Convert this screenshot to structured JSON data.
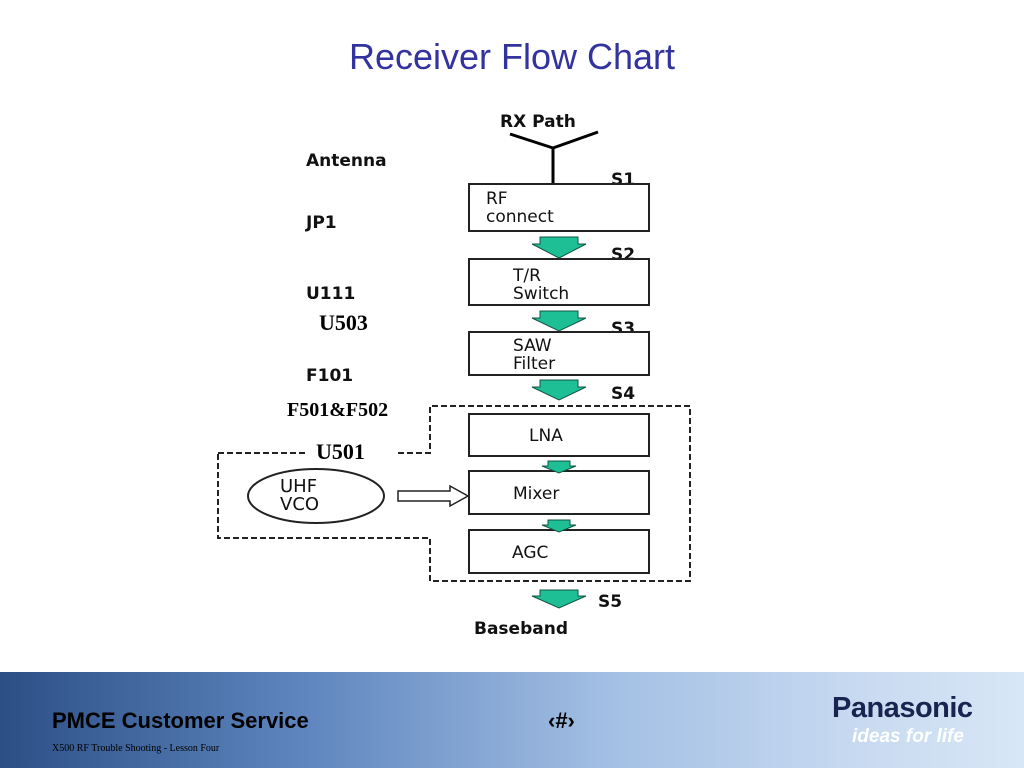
{
  "slide": {
    "title": "Receiver Flow Chart"
  },
  "diagram": {
    "path_label": "RX Path",
    "left_labels": {
      "antenna": "Antenna",
      "jp1": "JP1",
      "u111": "U111",
      "u503": "U503",
      "f101": "F101",
      "f501": "F501&F502",
      "u501": "U501"
    },
    "stages": {
      "s1": "S1",
      "s2": "S2",
      "s3": "S3",
      "s4": "S4",
      "s5": "S5"
    },
    "blocks": {
      "rf_line1": "RF",
      "rf_line2": "connect",
      "tr_line1": "T/R",
      "tr_line2": "Switch",
      "saw_line1": "SAW",
      "saw_line2": "Filter",
      "lna": "LNA",
      "mixer": "Mixer",
      "agc": "AGC",
      "vco_line1": "UHF",
      "vco_line2": "VCO"
    },
    "output_label": "Baseband",
    "arrow_color": "#1fbf96"
  },
  "footer": {
    "title": "PMCE Customer Service",
    "subtitle": "X500 RF Trouble Shooting  -  Lesson Four",
    "page": "‹#›",
    "brand": "Panasonic",
    "tagline": "ideas for life"
  }
}
